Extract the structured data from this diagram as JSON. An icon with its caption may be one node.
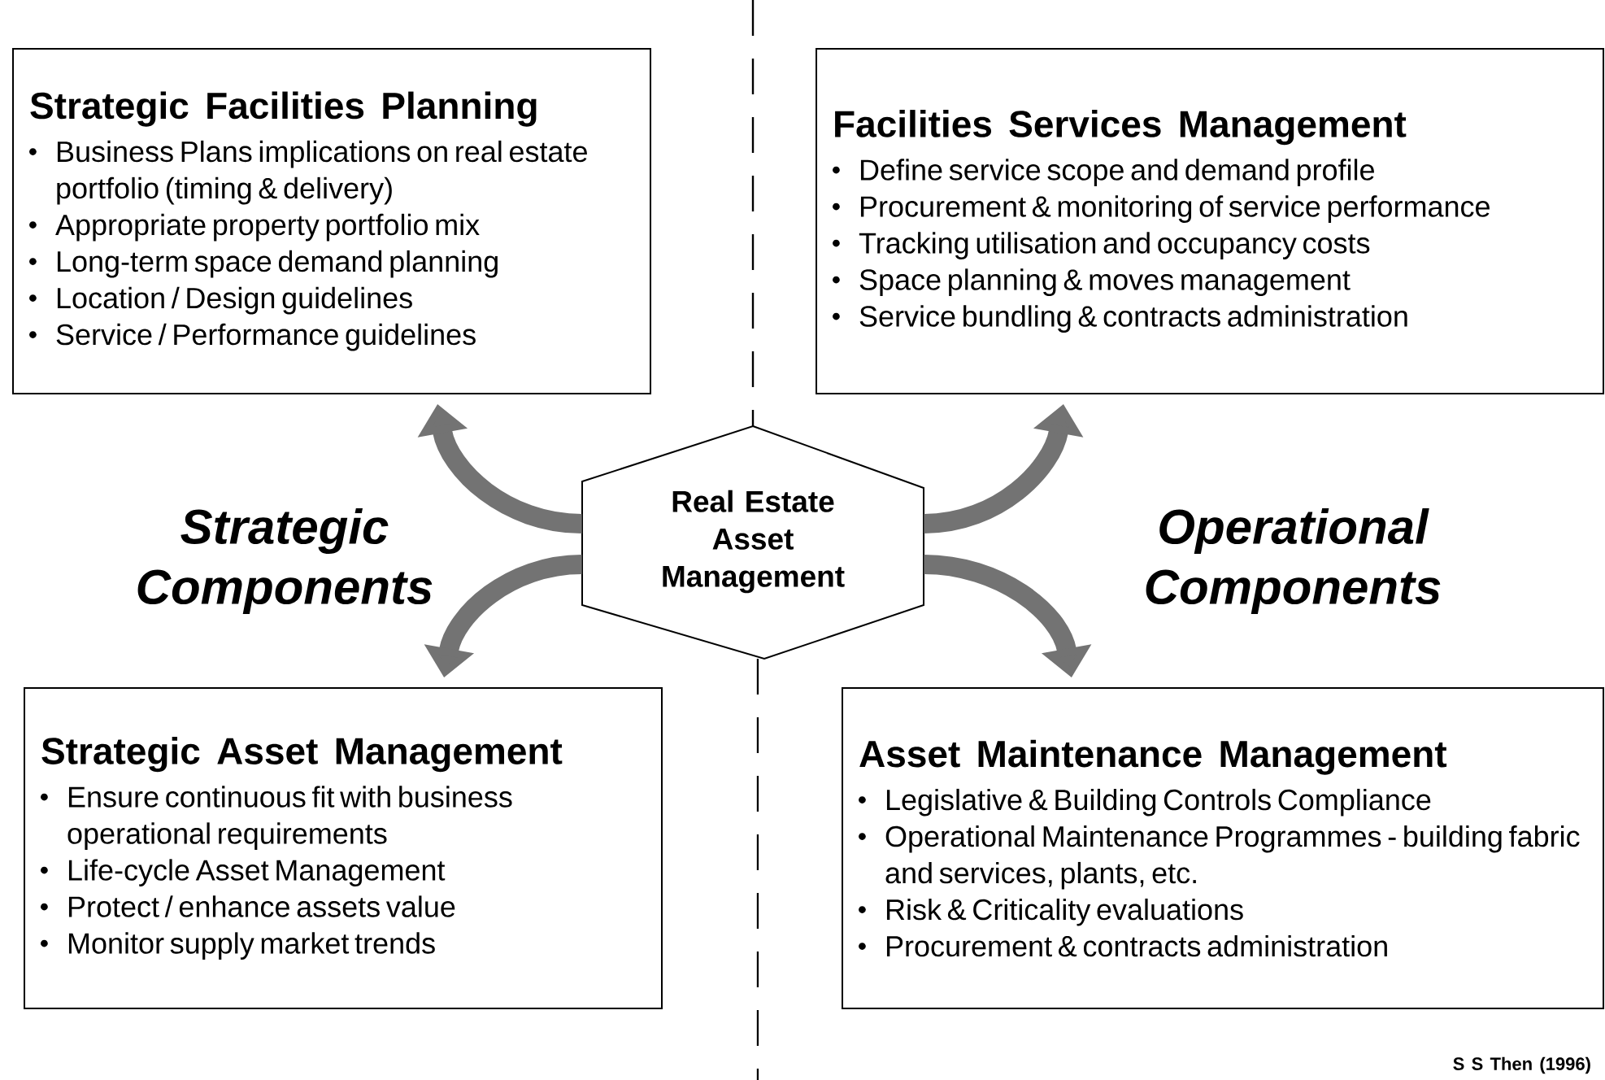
{
  "diagram": {
    "nodes": [
      {
        "text": [
          "Strategic Facilities Planning",
          "Business Plans implications on real estate portfolio (timing & delivery)",
          "Appropriate property portfolio mix",
          "Long-term space demand planning",
          "Location / Design guidelines",
          "Service / Performance guidelines"
        ]
      },
      {
        "text": [
          "Facilities Services Management",
          "Define service scope and demand profile",
          "Procurement & monitoring of service performance",
          "Tracking utilisation and occupancy costs",
          "Space planning & moves management",
          "Service bundling & contracts administration"
        ]
      },
      {
        "text": [
          "Real Estate Asset Management"
        ]
      },
      {
        "text": [
          "Strategic Asset Management",
          "Ensure continuous fit with business operational requirements",
          "Life-cycle Asset Management",
          "Protect / enhance assets value",
          "Monitor supply market trends"
        ]
      },
      {
        "text": [
          "Asset Maintenance Management",
          "Legislative & Building Controls Compliance",
          "Operational Maintenance Programmes - building fabric and services, plants, etc.",
          "Risk & Criticality evaluations",
          "Procurement & contracts administration"
        ]
      }
    ],
    "edges": [
      {
        "from": 2,
        "to": 0,
        "arrow": "to"
      },
      {
        "from": 2,
        "to": 1,
        "arrow": "to"
      },
      {
        "from": 2,
        "to": 3,
        "arrow": "to"
      },
      {
        "from": 2,
        "to": 4,
        "arrow": "to"
      }
    ],
    "labels": [
      "Strategic Components",
      "Operational Components",
      "S S Then (1996)"
    ]
  }
}
